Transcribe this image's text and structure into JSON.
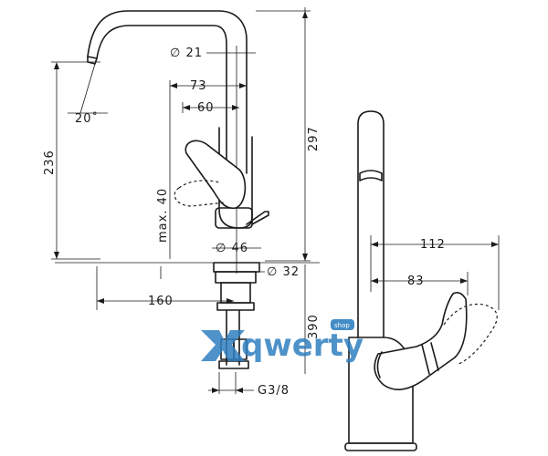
{
  "dimensions": {
    "pipe_diameter": "∅ 21",
    "spout_offset_73": "73",
    "spout_offset_60": "60",
    "spout_angle": "20˚",
    "height_236": "236",
    "height_297": "297",
    "handle_max": "max. 40",
    "base_diameter": "∅ 46",
    "hole_diameter": "∅ 32",
    "reach_160": "160",
    "below_390": "390",
    "thread": "G3/8",
    "side_112": "112",
    "side_83": "83"
  },
  "watermark": {
    "text": "qwerty",
    "badge": "shop"
  },
  "colors": {
    "line": "#1a1a1a",
    "watermark": "#2f7fc0"
  }
}
